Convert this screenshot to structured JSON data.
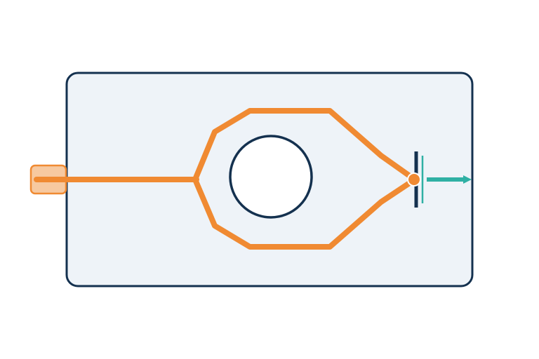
{
  "diagram": {
    "colors": {
      "background": "#ffffff",
      "chip_fill": "#eef3f8",
      "chip_stroke": "#14314f",
      "waveguide": "#f08a32",
      "input_coupler_fill": "#f7c9a0",
      "ring_fill": "#ffffff",
      "ring_stroke": "#14314f",
      "detector_bar": "#14314f",
      "output_bar": "#2fb0a4",
      "output_arrow": "#2fb0a4",
      "junction_dot_stroke": "#ffffff"
    },
    "components": [
      {
        "name": "chip-substrate",
        "kind": "rounded rectangle"
      },
      {
        "name": "input-coupler",
        "kind": "edge coupler pad"
      },
      {
        "name": "input-waveguide",
        "kind": "straight waveguide"
      },
      {
        "name": "upper-arm-waveguide",
        "kind": "interferometer arm"
      },
      {
        "name": "lower-arm-waveguide",
        "kind": "interferometer arm"
      },
      {
        "name": "central-ring",
        "kind": "circular element"
      },
      {
        "name": "output-junction",
        "kind": "combiner point"
      },
      {
        "name": "detector-bar",
        "kind": "detector"
      },
      {
        "name": "output-bar",
        "kind": "output interface"
      },
      {
        "name": "output-arrow",
        "kind": "output signal"
      }
    ]
  }
}
